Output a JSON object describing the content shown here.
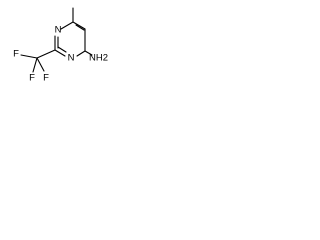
{
  "molecule": {
    "atoms": {
      "n1": "N",
      "n3": "N",
      "f1": "F",
      "f2": "F",
      "f3": "F",
      "amine": "NH2"
    }
  }
}
